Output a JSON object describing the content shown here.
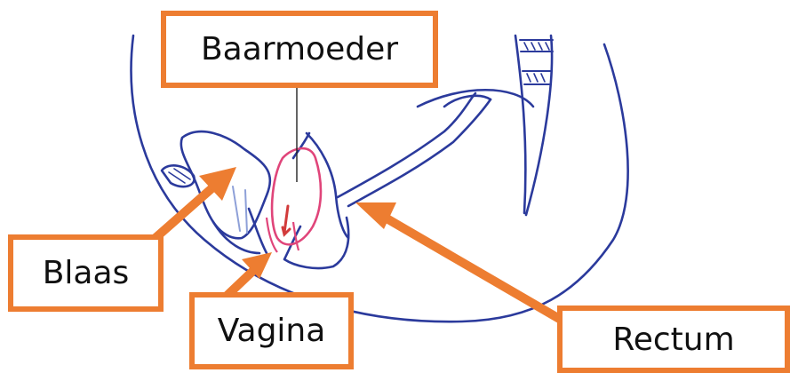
{
  "labels": {
    "uterus": "Baarmoeder",
    "bladder": "Blaas",
    "vagina": "Vagina",
    "rectum": "Rectum"
  },
  "colors": {
    "outline": "#2b3a9c",
    "uterus_outline": "#e0457a",
    "arrow_and_boxes": "#ed7d31",
    "leader_line": "#222222"
  }
}
